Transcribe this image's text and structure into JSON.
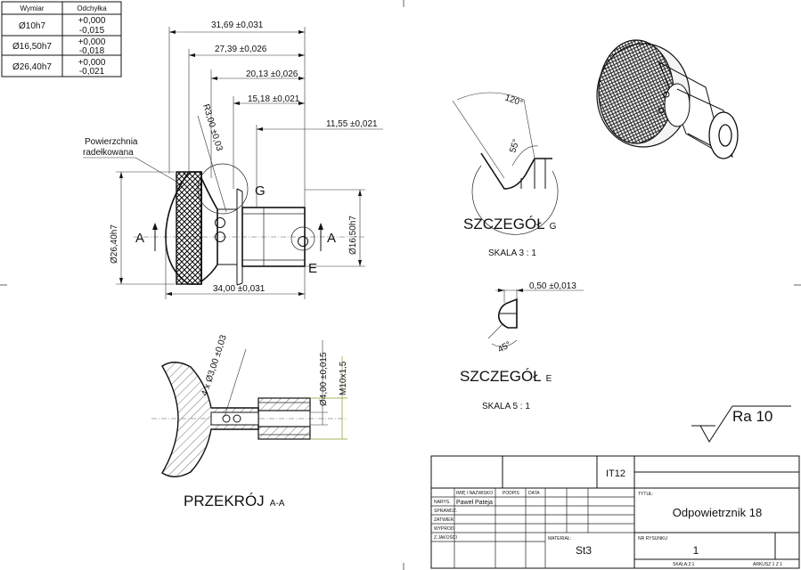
{
  "tolerance_table": {
    "headers": [
      "Wymiar",
      "Odchyłka"
    ],
    "rows": [
      {
        "size": "Ø10h7",
        "upper": "+0,000",
        "lower": "-0,015"
      },
      {
        "size": "Ø16,50h7",
        "upper": "+0,000",
        "lower": "-0,018"
      },
      {
        "size": "Ø26,40h7",
        "upper": "+0,000",
        "lower": "-0,021"
      }
    ]
  },
  "main_view": {
    "dims": {
      "d1": "31,69 ±0,031",
      "d2": "27,39 ±0,026",
      "d3": "20,13 ±0,026",
      "d4": "15,18 ±0,021",
      "d5": "11,55 ±0,021",
      "d_total": "34,00 ±0,031",
      "radius": "R3,00 ±0,03",
      "dia_left": "Ø26,40h7",
      "dia_right": "Ø16,50h7"
    },
    "note_line1": "Powierzchnia",
    "note_line2": "radełkowana",
    "detail_g": "G",
    "detail_e": "E",
    "section_left": "A",
    "section_right": "A"
  },
  "detail_g": {
    "title": "SZCZEGÓŁ",
    "letter": "G",
    "scale": "SKALA 3 : 1",
    "angle1": "120°",
    "angle2": "55°"
  },
  "detail_e": {
    "title": "SZCZEGÓŁ",
    "letter": "E",
    "scale": "SKALA 5 : 1",
    "dim": "0,50 ±0,013",
    "angle": "45°"
  },
  "section": {
    "title": "PRZEKRÓJ",
    "suffix": "A-A",
    "hole_dim": "4 x Ø3,00 ±0,03",
    "dia_dim": "Ø4,00 ±0,015",
    "thread": "M10x1,5"
  },
  "roughness": "Ra  10",
  "title_block": {
    "tolerance_class": "IT12",
    "col_name": "IMIĘ I NAZWISKO",
    "col_sign": "PODPIS",
    "col_date": "DATA",
    "row_drawn": "NARYS.",
    "row_checked": "SPRAWDZ.",
    "row_approved": "ZATWIER.",
    "row_produced": "WYPROD.",
    "row_quality": "Z.JAKOŚCI",
    "drawn_by": "Paweł Pateja",
    "title_label": "TYTUŁ:",
    "title": "Odpowietrznik 18",
    "material_label": "MATERIAŁ:",
    "material": "St3",
    "drawing_no_label": "NR RYSUNKU",
    "drawing_no": "1",
    "scale_note": "SKALA:2:1",
    "sheet_note": "ARKUSZ 1 Z 1"
  }
}
